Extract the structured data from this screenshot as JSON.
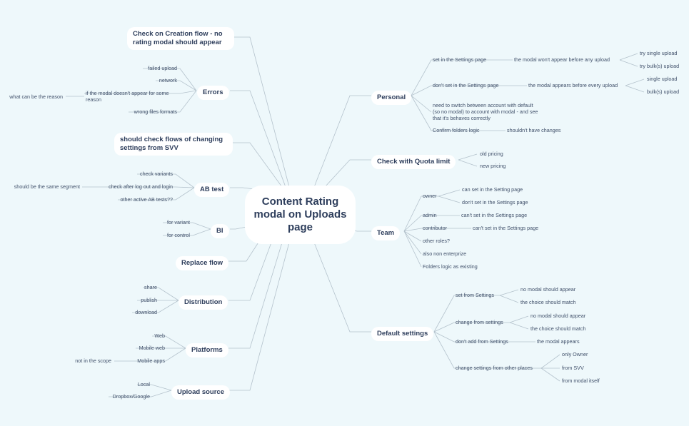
{
  "center": {
    "line1": "Content Rating",
    "line2": "modal on Uploads",
    "line3": "page"
  },
  "left": {
    "creation": {
      "line1": "Check on Creation flow - no",
      "line2": "rating modal should appear"
    },
    "errors": {
      "label": "Errors",
      "failed_upload": "failed upload",
      "network": "network",
      "modal_not_appear": "if the modal doesn't appear for some reason",
      "reason": "what can be the reason",
      "wrong_files": "wrong files formats"
    },
    "svv": {
      "line1": "should check flows of changing",
      "line2": "settings from SVV"
    },
    "ab": {
      "label": "AB test",
      "variants": "check variants",
      "logout": "check after log out and login",
      "segment": "should be the same segment",
      "other": "other active AB tests??"
    },
    "bi": {
      "label": "BI",
      "variant": "for variant",
      "control": "for control"
    },
    "replace": {
      "label": "Replace flow"
    },
    "distribution": {
      "label": "Distribution",
      "share": "share",
      "publish": "publish",
      "download": "download"
    },
    "platforms": {
      "label": "Platforms",
      "web": "Web",
      "mobile_web": "Mobile web",
      "mobile_apps": "Mobile apps",
      "not_scope": "not in the scope"
    },
    "upload_source": {
      "label": "Upload source",
      "local": "Local",
      "dropbox": "Dropbox/Google"
    }
  },
  "right": {
    "personal": {
      "label": "Personal",
      "set": "set in the Settings page",
      "wont_appear": "the modal won't appear before any upload",
      "try_single": "try single upload",
      "try_bulk": "try bulk(s) upload",
      "dont_set": "don't set in the Settings page",
      "appears": "the modal appears  before every upload",
      "single": "single upload",
      "bulk": "bulk(s) upload",
      "switch": "need to switch between account with default (so no modal) to account with modal - and see that it's behaves correctly",
      "confirm": "Confirm folders logic",
      "no_changes": "shouldn't have changes"
    },
    "quota": {
      "label": "Check with Quota limit",
      "old": "old pricing",
      "new": "new pricing"
    },
    "team": {
      "label": "Team",
      "owner": "owner",
      "can_set": "can set in the Setting page",
      "dont_set": "don't set in the Settings page",
      "admin": "admin",
      "cant_set_admin": "can't set in the Settings page",
      "contributor": "contributor",
      "cant_set_contrib": "can't set in the Settings page",
      "other_roles": "other roles?",
      "non_enterprize": "also non enterprize",
      "folders": "Folders logic as existing"
    },
    "defaults": {
      "label": "Default settings",
      "set_from": "set from Settings",
      "no_modal_1": "no modal should appear",
      "choice_1": "the choice should match",
      "change_from": "change from settings",
      "no_modal_2": "no modal should appear",
      "choice_2": "the choice should match",
      "dont_add": "don't add from Settings",
      "modal_appears": "the modal appears",
      "change_other": "change settings from other places",
      "only_owner": "only Owner",
      "from_svv": "from SVV",
      "from_modal": "from modal itself"
    }
  },
  "colors": {
    "background": "#eef8fb",
    "node": "#ffffff",
    "text": "#2e3e5c",
    "line": "#b4c2cc"
  }
}
